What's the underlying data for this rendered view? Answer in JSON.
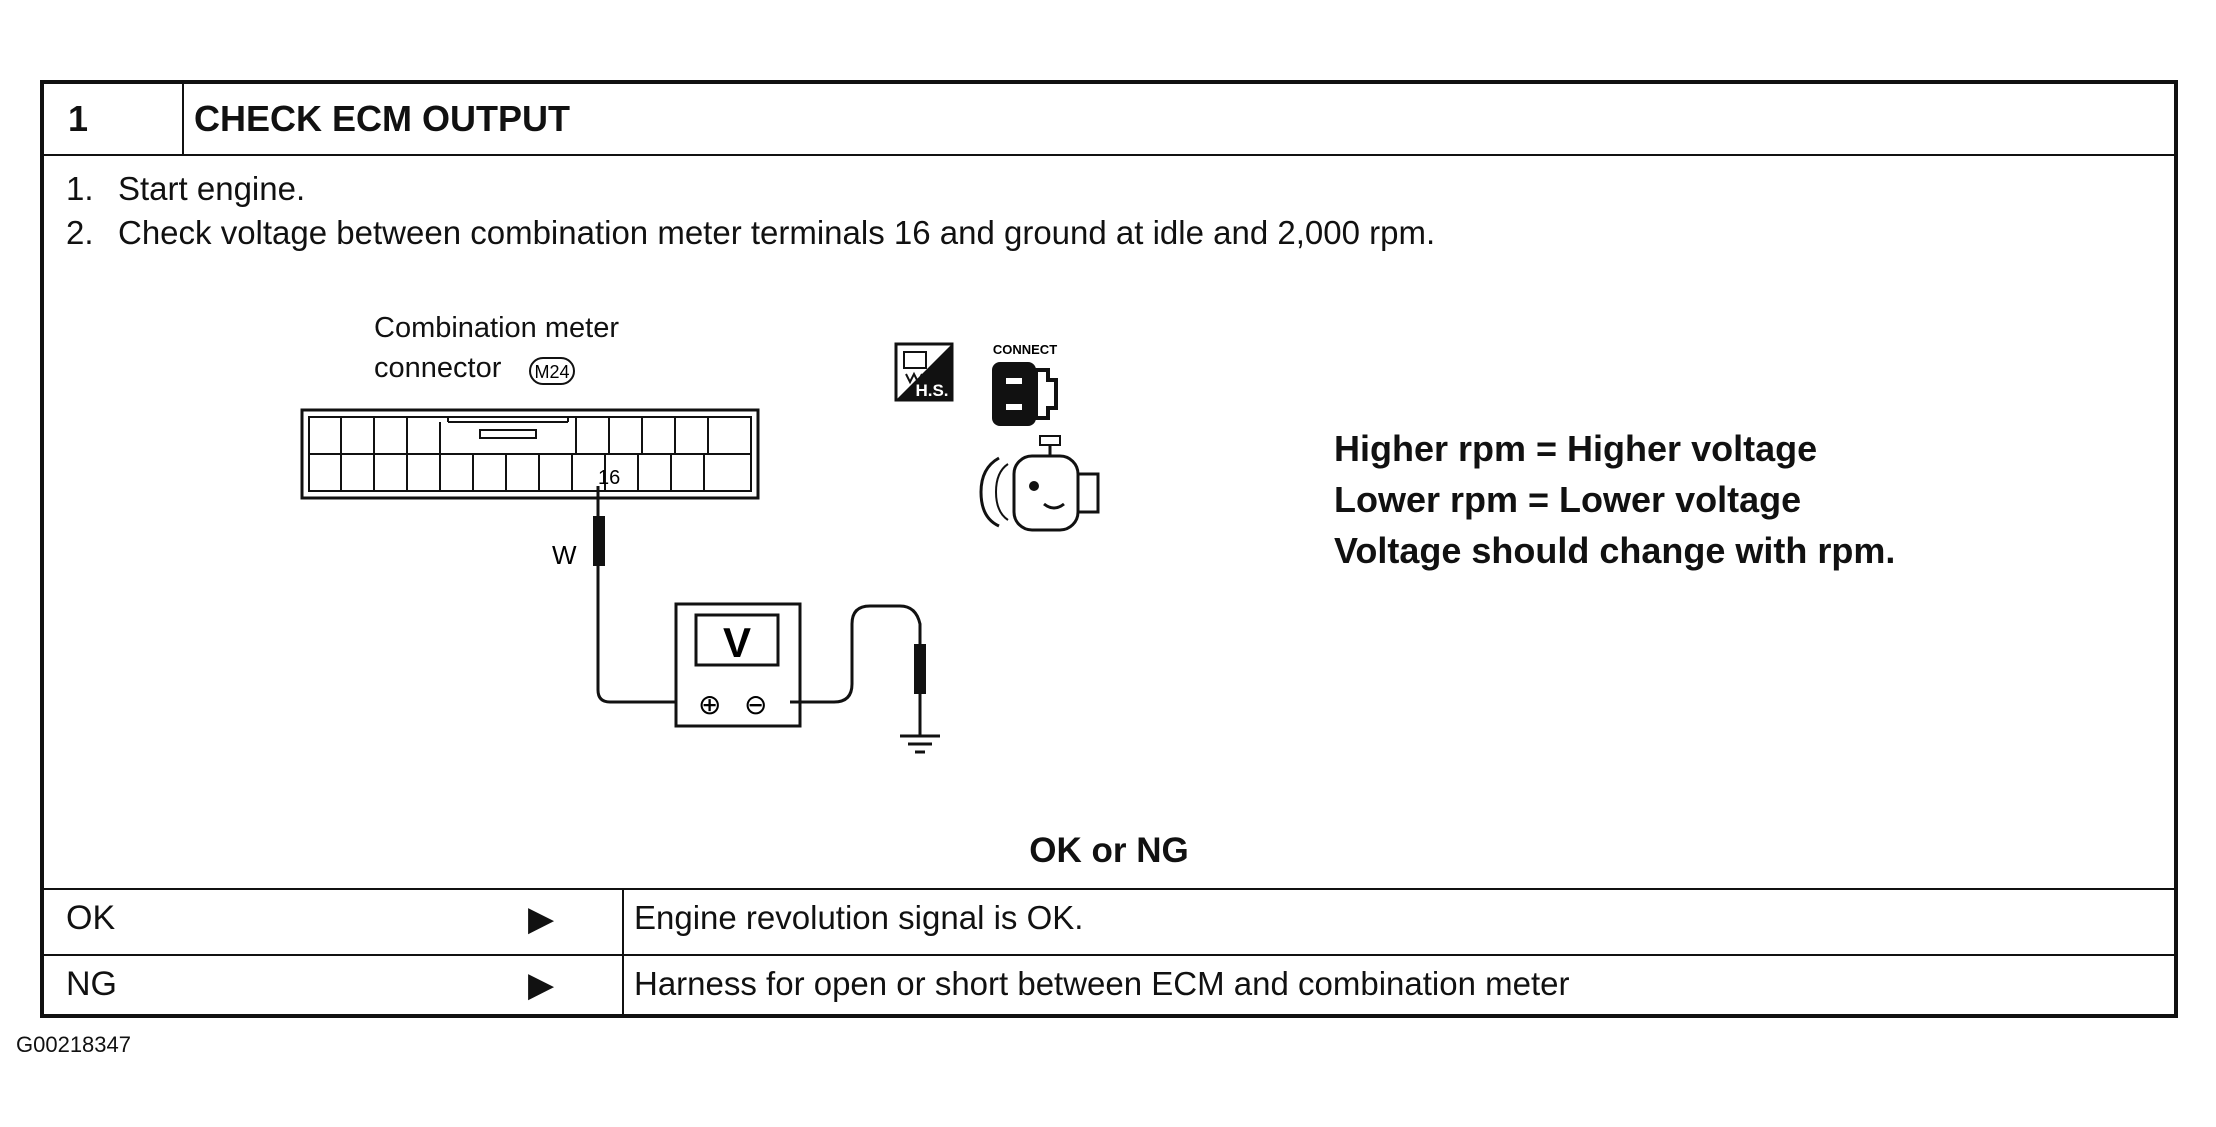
{
  "header": {
    "step_number": "1",
    "title": "CHECK ECM OUTPUT"
  },
  "instructions": [
    {
      "num": "1.",
      "text": "Start engine."
    },
    {
      "num": "2.",
      "text": "Check voltage between combination meter terminals 16 and ground at idle and 2,000 rpm."
    }
  ],
  "diagram": {
    "connector_label_line1": "Combination  meter",
    "connector_label_line2": "connector",
    "connector_id": "M24",
    "terminal": "16",
    "wire_color": "W",
    "meter_symbol": "V",
    "plus_symbol": "⊕",
    "minus_symbol": "⊖",
    "hs_badge": "H.S.",
    "connect_label": "CONNECT",
    "icons": [
      "harness-side-icon",
      "connect-connector-icon",
      "engine-running-icon",
      "voltmeter-icon",
      "ground-icon"
    ]
  },
  "notes": [
    "Higher rpm = Higher voltage",
    "Lower rpm = Lower voltage",
    "Voltage should change with rpm."
  ],
  "result_heading": "OK or NG",
  "results": [
    {
      "label": "OK",
      "arrow": "▶",
      "text": "Engine revolution signal is OK."
    },
    {
      "label": "NG",
      "arrow": "▶",
      "text": "Harness for open or short between ECM and combination meter"
    }
  ],
  "figure_code": "G00218347"
}
